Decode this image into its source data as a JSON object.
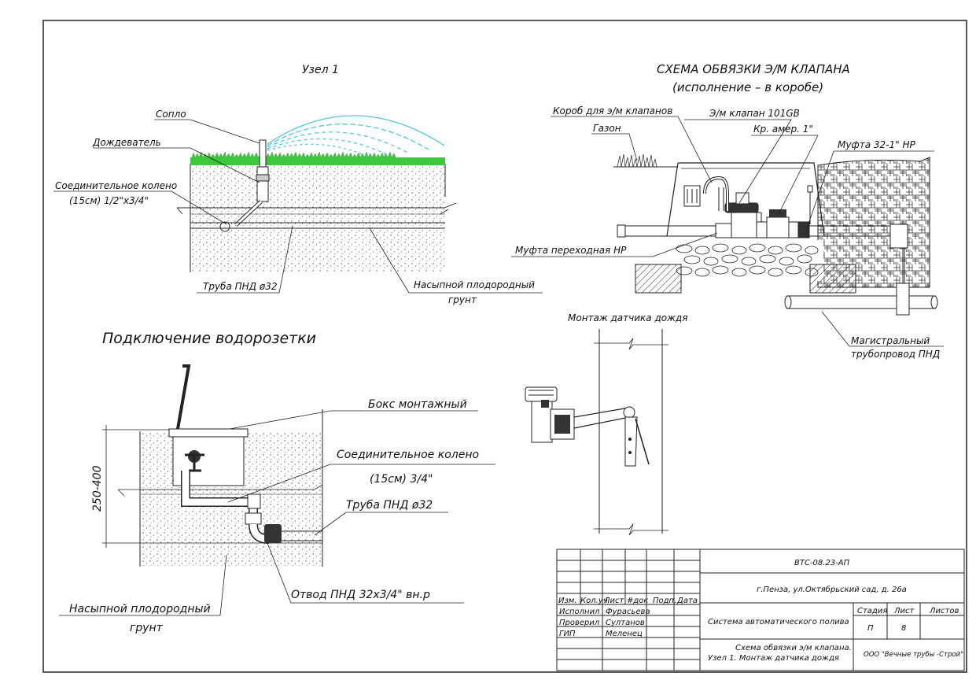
{
  "node1": {
    "title": "Узел 1",
    "nozzle": "Сопло",
    "sprinkler": "Дождеватель",
    "elbow_1": "Соединительное колено",
    "elbow_2": "(15см) 1/2\"х3/4\"",
    "pipe": "Труба ПНД ø32",
    "soil_1": "Насыпной плодородный",
    "soil_2": "грунт"
  },
  "valve": {
    "title_1": "СХЕМА ОБВЯЗКИ Э/М КЛАПАНА",
    "title_2": "(исполнение – в коробе)",
    "box": "Короб для э/м клапанов",
    "valve": "Э/м клапан 101GB",
    "lawn": "Газон",
    "tap": "Кр. амер. 1\"",
    "coupling": "Муфта 32-1\" НР",
    "adapter": "Муфта переходная НР",
    "main_1": "Магистральный",
    "main_2": "трубопровод ПНД"
  },
  "rain": {
    "title": "Монтаж датчика дождя"
  },
  "outlet": {
    "title": "Подключение водорозетки",
    "box": "Бокс монтажный",
    "elbow_1": "Соединительное колено",
    "elbow_2": "(15см) 3/4\"",
    "pipe": "Труба ПНД ø32",
    "bend": "Отвод ПНД 32х3/4\" вн.р",
    "dim": "250-400",
    "soil_1": "Насыпной плодородный",
    "soil_2": "грунт"
  },
  "stamp": {
    "code": "ВТС-08.23-АП",
    "address": "г.Пенза, ул.Октябрьский сад, д. 26а",
    "system": "Система автоматического полива",
    "sheet_title_1": "Схема обвязки э/м клапана.",
    "sheet_title_2": "Узел 1. Монтаж датчика дождя",
    "company": "ООО \"Вечные трубы -Строй\"",
    "h_izm": "Изм.",
    "h_kol": "Кол.уч",
    "h_list": "Лист",
    "h_ndok": "#док",
    "h_podp": "Подп.",
    "h_data": "Дата",
    "r1_role": "Исполнил",
    "r1_name": "Фурасьева",
    "r2_role": "Проверил",
    "r2_name": "Султанов",
    "r3_role": "ГИП",
    "r3_name": "Меленец",
    "stage_h": "Стадия",
    "sheet_h": "Лист",
    "sheets_h": "Листов",
    "stage": "П",
    "sheet": "8"
  },
  "colors": {
    "grass": "#3cc83c",
    "water": "#4fc8d8"
  }
}
